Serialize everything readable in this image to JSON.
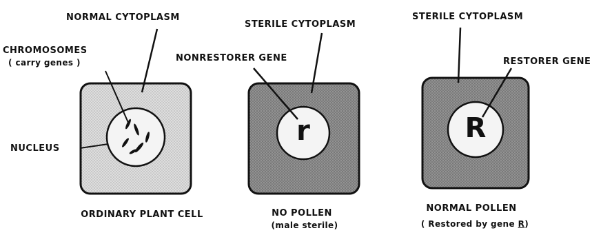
{
  "panels": [
    {
      "name": "ordinary-cell",
      "cytoplasm_label": "NORMAL CYTOPLASM",
      "chromosomes_label": "CHROMOSOMES",
      "chromosomes_sub": "( carry genes )",
      "nucleus_label": "NUCLEUS",
      "caption": "ORDINARY PLANT CELL",
      "cytoplasm_color": "#d8d8d8"
    },
    {
      "name": "male-sterile-cell",
      "cytoplasm_label": "STERILE CYTOPLASM",
      "gene_label": "NONRESTORER GENE",
      "gene_letter": "r",
      "caption": "NO POLLEN",
      "caption_sub": "(male sterile)",
      "cytoplasm_color": "#8a8a8a"
    },
    {
      "name": "restored-cell",
      "cytoplasm_label": "STERILE CYTOPLASM",
      "gene_label": "RESTORER GENE",
      "gene_letter": "R",
      "caption": "NORMAL POLLEN",
      "caption_sub_prefix": "( Restored by gene ",
      "caption_sub_gene": "R",
      "caption_sub_suffix": ")",
      "cytoplasm_color": "#8a8a8a"
    }
  ]
}
